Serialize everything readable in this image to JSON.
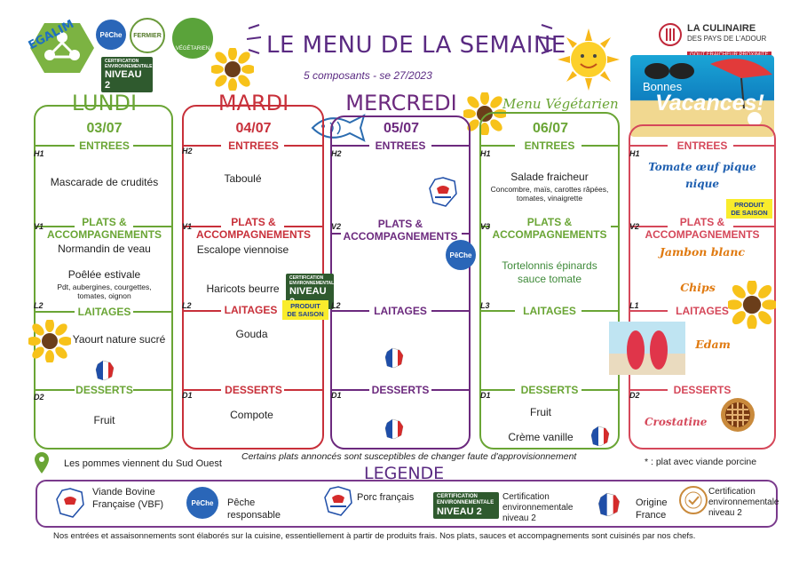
{
  "header": {
    "title": "LE MENU DE LA SEMAINE",
    "subtitle": "5 composants -  se 27/2023",
    "egalim": "EGALIM",
    "peche_logo": "PêChe",
    "fermier_logo": "FERMIER",
    "vegetarien_logo": "VÉGÉTARIEN",
    "cert_label": "CERTIFICATION ENVIRONNEMENTALE",
    "cert_level": "NIVEAU 2",
    "culinaire_name": "LA CULINAIRE",
    "culinaire_sub": "DES PAYS DE L'ADOUR",
    "culinaire_tag": "GOUT  FRAICHEUR  PROXIMITE",
    "vacances_small": "Bonnes",
    "vacances_big": "Vacances!",
    "menu_vegetarien": "Menu Végétarien"
  },
  "sections": {
    "entrees": "ENTREES",
    "plats": "PLATS &",
    "plats2": "ACCOMPAGNEMENTS",
    "laitages": "LAITAGES",
    "desserts": "DESSERTS"
  },
  "days": [
    {
      "name": "LUNDI",
      "date": "03/07",
      "codes": [
        "H1",
        "V1",
        "L2",
        "D2"
      ],
      "entree": "Mascarade de crudités",
      "plat1": "Normandin de veau",
      "plat2": "Poêlée estivale",
      "plat2_detail1": "Pdt, aubergines, courgettes,",
      "plat2_detail2": "tomates, oignon",
      "laitage": "Yaourt nature sucré",
      "dessert": "Fruit"
    },
    {
      "name": "MARDI",
      "date": "04/07",
      "codes": [
        "H2",
        "V1",
        "L2",
        "D1"
      ],
      "entree": "Taboulé",
      "plat1": "Escalope viennoise",
      "plat2": "Haricots beurre",
      "laitage": "Gouda",
      "dessert": "Compote"
    },
    {
      "name": "MERCREDI",
      "date": "05/07",
      "codes": [
        "H2",
        "V2",
        "L2",
        "D1"
      ],
      "entree": "",
      "plat1": "",
      "laitage": "",
      "dessert": ""
    },
    {
      "name": "",
      "date": "06/07",
      "codes": [
        "H1",
        "V3",
        "L3",
        "D1"
      ],
      "entree": "Salade fraicheur",
      "entree_detail1": "Concombre, maïs, carottes râpées,",
      "entree_detail2": "tomates, vinaigrette",
      "plat1": "Tortelonnis épinards",
      "plat2": "sauce tomate",
      "dessert1": "Fruit",
      "dessert2": "Crème vanille"
    },
    {
      "name": "",
      "date": "",
      "codes": [
        "H1",
        "V2",
        "L1",
        "D2"
      ],
      "entree1": "Tomate œuf pique",
      "entree2": "nique",
      "plat1": "Jambon blanc",
      "plat2": "Chips",
      "laitage": "Edam",
      "dessert": "Crostatine"
    }
  ],
  "produit_de_saison": [
    "PRODUIT",
    "DE SAISON"
  ],
  "notes": {
    "pommes": "Les pommes viennent du Sud Ouest",
    "changes": "Certains plats annoncés sont susceptibles de changer faute d'approvisionnement",
    "porcine": "* : plat avec viande porcine"
  },
  "legend": {
    "title": "LEGENDE",
    "vbf1": "Viande Bovine",
    "vbf2": "Française (VBF)",
    "peche1": "Pêche",
    "peche2": "responsable",
    "porc": "Porc français",
    "cert1": "Certification",
    "cert2": "environnementale",
    "cert3": "niveau 2",
    "origine1": "Origine",
    "origine2": "France",
    "cert_b1": "Certification",
    "cert_b2": "environnementale",
    "cert_b3": "niveau 2"
  },
  "footer": "Nos entrées et assaisonnements sont élaborés sur la cuisine, essentiellement  à partir de produits frais. Nos plats, sauces et accompagnements sont cuisinés par nos chefs.",
  "colors": {
    "lundi": "#6aa535",
    "mardi": "#c8303a",
    "mercredi": "#6c2a7e",
    "jeudi": "#6aa535",
    "vendredi": "#d5485a",
    "title": "#5a2a82"
  }
}
